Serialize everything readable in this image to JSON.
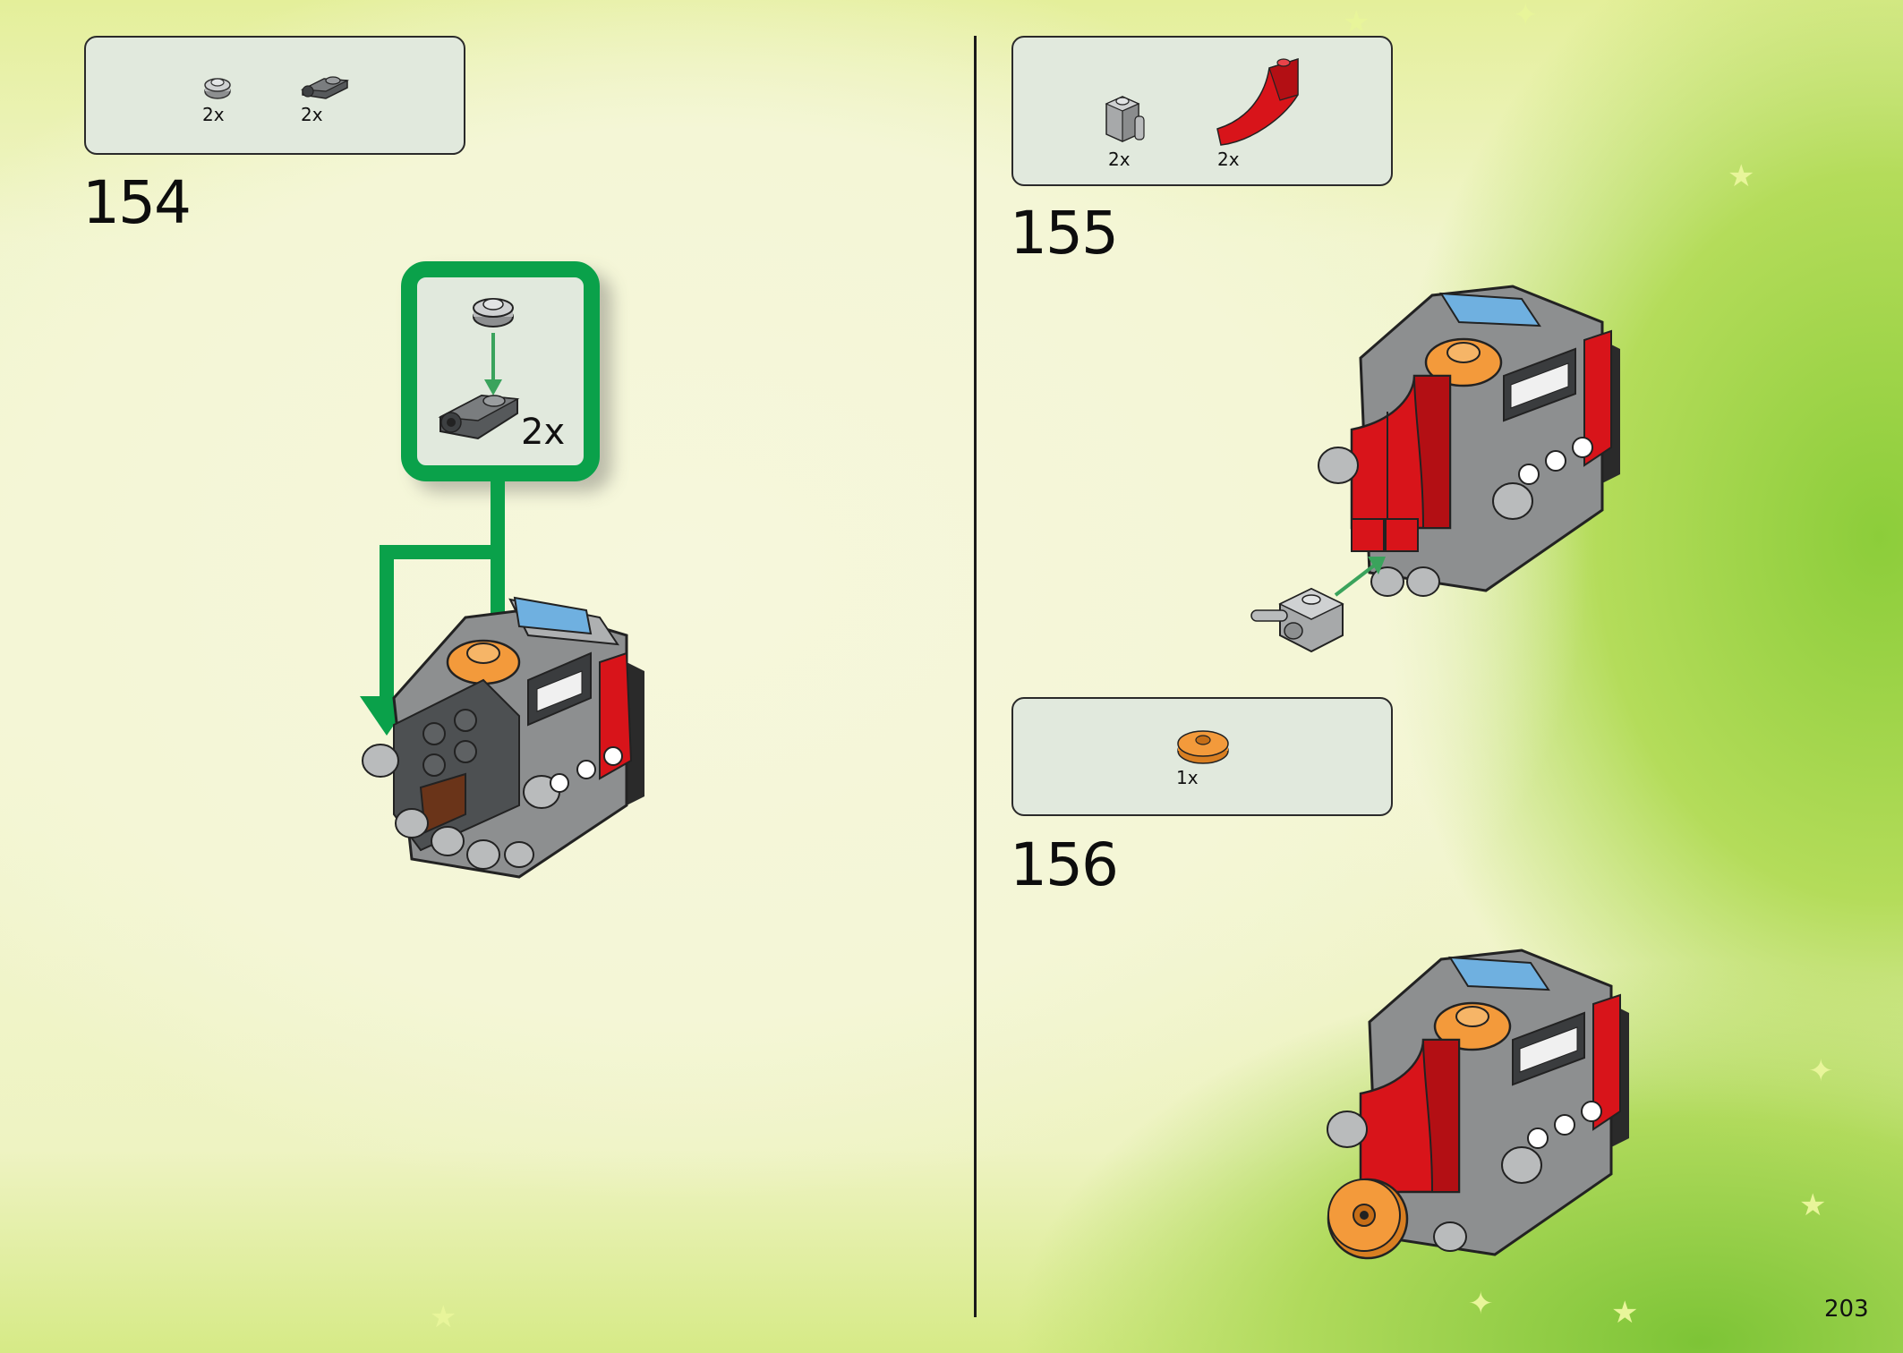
{
  "page": {
    "number": "203"
  },
  "steps": [
    {
      "number": "154",
      "parts": [
        {
          "icon": "light-gray-round-plate-icon",
          "qty": "2x"
        },
        {
          "icon": "dark-gray-clip-plate-icon",
          "qty": "2x"
        }
      ],
      "callout": {
        "qty": "2x"
      }
    },
    {
      "number": "155",
      "parts": [
        {
          "icon": "light-gray-brick-with-bar-icon",
          "qty": "2x"
        },
        {
          "icon": "red-curved-slope-icon",
          "qty": "2x"
        }
      ]
    },
    {
      "number": "156",
      "parts": [
        {
          "icon": "orange-round-tile-icon",
          "qty": "1x"
        }
      ]
    }
  ],
  "colors": {
    "callout_green": "#0aa14a",
    "arrow_green": "#3aa35c",
    "part_red": "#d8141a",
    "part_orange": "#f39a3b"
  }
}
